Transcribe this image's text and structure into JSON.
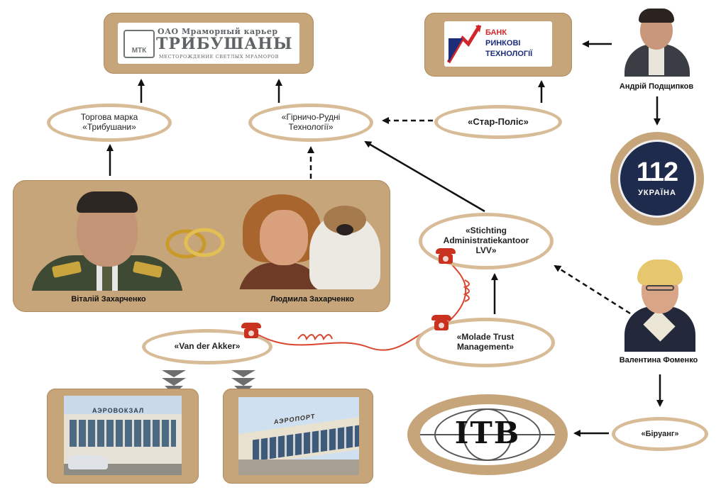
{
  "logos": {
    "quarry_line1": "ОАО Мраморный карьер",
    "quarry_line2": "ТРИБУШАНЫ",
    "quarry_line3": "МЕСТОРОЖДЕНИЕ СВЕТЛЫХ МРАМОРОВ",
    "quarry_mark": "МТК",
    "bank_line1": "БАНК",
    "bank_line2": "РИНКОВІ",
    "bank_line3": "ТЕХНОЛОГІЇ",
    "tv_number": "112",
    "tv_name": "УКРАЇНА",
    "itv": "ІТВ",
    "terminal1_sign": "АЭРОВОКЗАЛ",
    "terminal2_sign": "АЭРОПОРТ"
  },
  "nodes": {
    "trademark": "Торгова марка «Трибушани»",
    "gornicho": "«Гірничо-Рудні Технології»",
    "star_polis": "«Стар-Поліс»",
    "stichting": "«Stichting Administratiekantoor LVV»",
    "molade": "«Molade Trust Management»",
    "van_der_akker": "«Van der Akker»",
    "biruang": "«Біруанг»"
  },
  "people": {
    "vitaliy": "Віталій Захарченко",
    "lyudmyla": "Людмила Захарченко",
    "andriy": "Андрій Подщипков",
    "valentyna": "Валентина Фоменко"
  },
  "colors": {
    "box": "#c7a57a",
    "oval_border": "#d8bc97",
    "phone": "#c8321e",
    "cord": "#d9452e",
    "arrow": "#111111",
    "bank_blue": "#1c2d7a",
    "bank_red": "#d3262a"
  }
}
